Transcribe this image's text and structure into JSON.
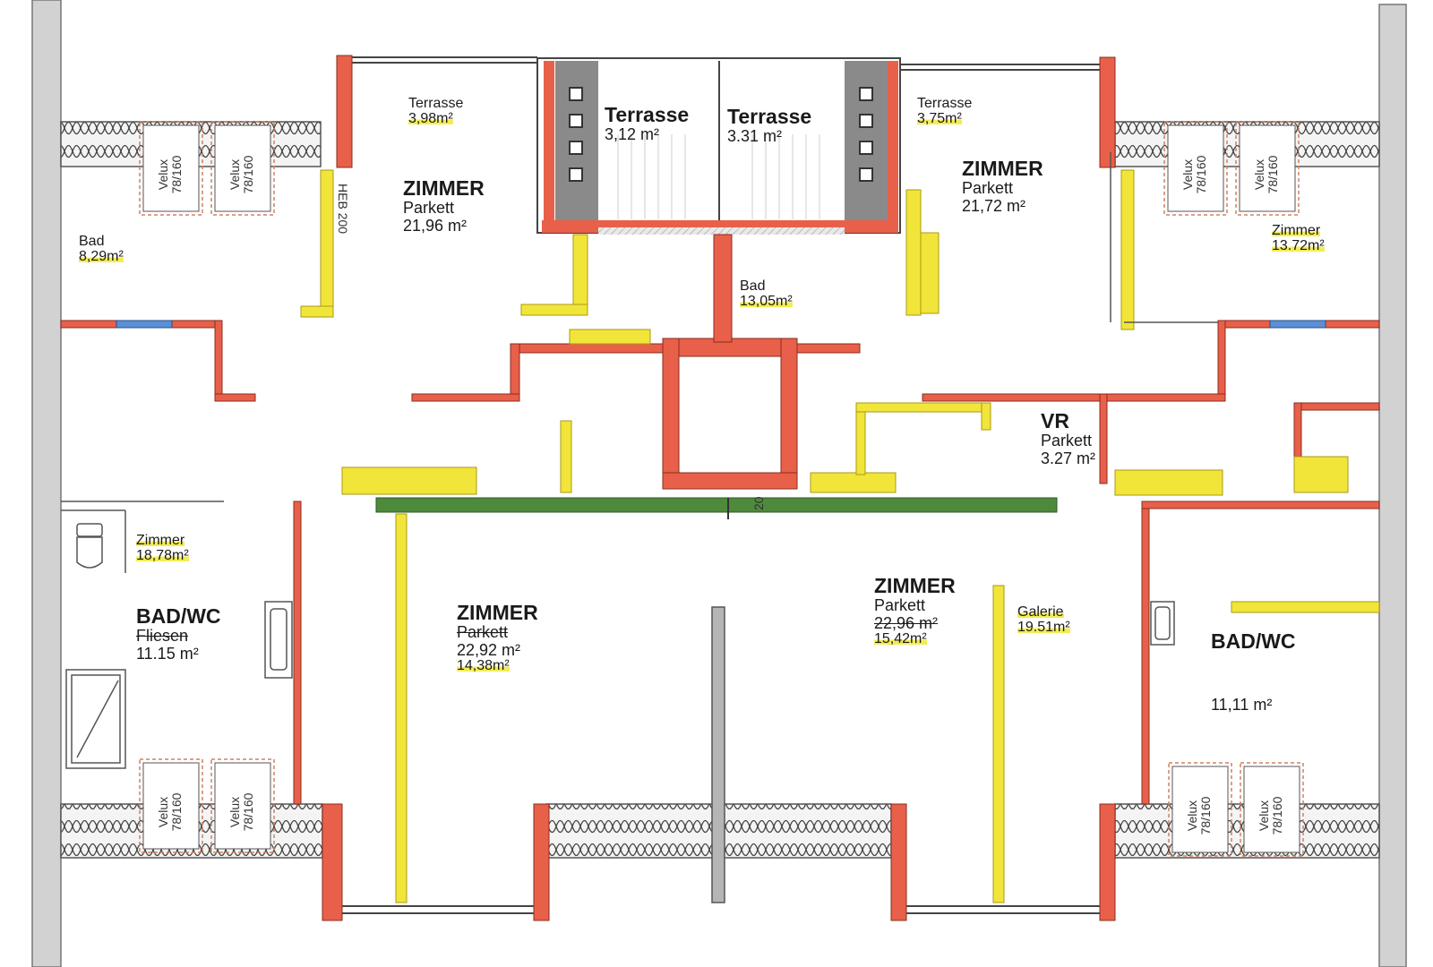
{
  "colors": {
    "wall_orange": "#e8604a",
    "wall_yellow": "#f2e53a",
    "wall_grey": "#9a9a9a",
    "beam_green": "#4e8a3c",
    "insulation": "#c8c8c8",
    "terrace_grey": "#7d7d7d"
  },
  "rooms": {
    "terrasse_left": {
      "name": "Terrasse",
      "area": "3,98m²"
    },
    "terrasse_center_left": {
      "name": "Terrasse",
      "area": "3,12 m²"
    },
    "terrasse_center_right": {
      "name": "Terrasse",
      "area": "3.31 m²"
    },
    "terrasse_right": {
      "name": "Terrasse",
      "area": "3,75m²"
    },
    "zimmer_top_left": {
      "name": "ZIMMER",
      "floor": "Parkett",
      "area": "21,96 m²"
    },
    "zimmer_top_right": {
      "name": "ZIMMER",
      "floor": "Parkett",
      "area": "21,72 m²"
    },
    "bad_left": {
      "name": "Bad",
      "area": "8,29m²"
    },
    "bad_center": {
      "name": "Bad",
      "area": "13,05m²"
    },
    "zimmer_right_small": {
      "name": "Zimmer",
      "area": "13.72m²"
    },
    "vr": {
      "name": "VR",
      "floor": "Parkett",
      "area": "3.27 m²"
    },
    "zimmer_left_small": {
      "name": "Zimmer",
      "area": "18,78m²"
    },
    "badwc_left": {
      "name": "BAD/WC",
      "floor": "Fliesen",
      "area": "11.15 m²"
    },
    "zimmer_bottom_center": {
      "name": "ZIMMER",
      "floor": "Parkett",
      "area": "22,92 m²",
      "area_new": "14,38m²"
    },
    "zimmer_bottom_right": {
      "name": "ZIMMER",
      "floor": "Parkett",
      "area": "22,96 m²",
      "area_new": "15,42m²"
    },
    "galerie": {
      "name": "Galerie",
      "area": "19.51m²"
    },
    "badwc_right": {
      "name": "BAD/WC",
      "area": "11,11 m²"
    }
  },
  "velux": {
    "label_top": "Velux",
    "label_bottom": "78/160"
  },
  "annotations": {
    "beam_label": "HEB 200",
    "dim_label": "20"
  }
}
